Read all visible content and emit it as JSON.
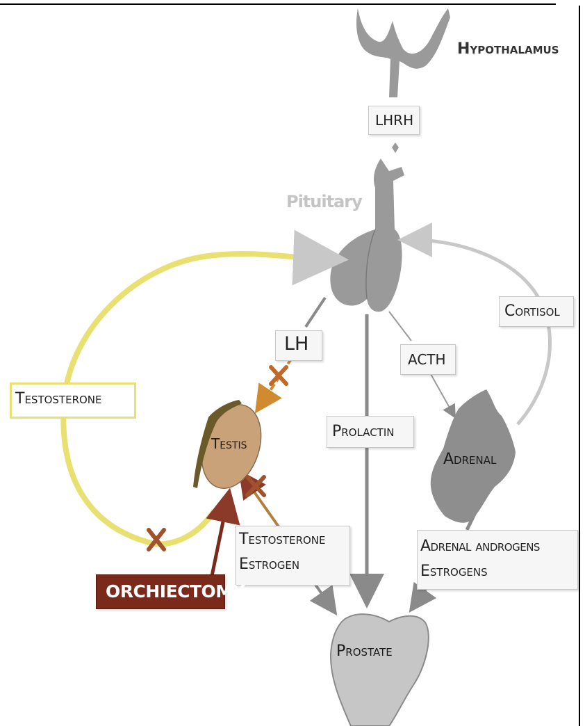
{
  "labels": {
    "hypothalamus": "Hypothalamus",
    "lhrh": "LHRH",
    "pituitary": "Pituitary",
    "lh": "LH",
    "acth": "ACTH",
    "cortisol": "Cortisol",
    "testosterone_feedback": "Testosterone",
    "testis": "Testis",
    "prolactin": "Prolactin",
    "adrenal": "Adrenal",
    "testis_output_line1": "Testosterone",
    "testis_output_line2": "Estrogen",
    "adrenal_output_line1": "Adrenal androgens",
    "adrenal_output_line2": "Estrogens",
    "orchiectomy": "Orchiectomy",
    "prostate": "Prostate"
  },
  "colors": {
    "gland_gray": "#9a9a9a",
    "feedback_yellow": "#e8e070",
    "orchiectomy_brown": "#7a2a1a",
    "block_x_brown": "#a0522d",
    "testis_fill": "#c9a27a"
  }
}
